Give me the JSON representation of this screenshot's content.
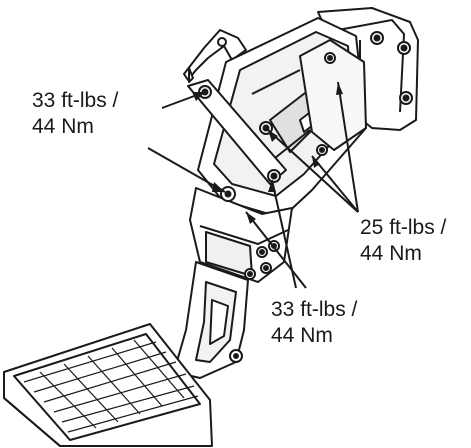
{
  "callouts": {
    "left": {
      "line1": "33 ft-lbs /",
      "line2": "44 Nm"
    },
    "right": {
      "line1": "25 ft-lbs /",
      "line2": "44 Nm"
    },
    "bottom": {
      "line1": "33 ft-lbs /",
      "line2": "44 Nm"
    }
  },
  "colors": {
    "line": "#1a1a1a",
    "fill": "#ffffff",
    "shade": "#c8c8c8"
  }
}
